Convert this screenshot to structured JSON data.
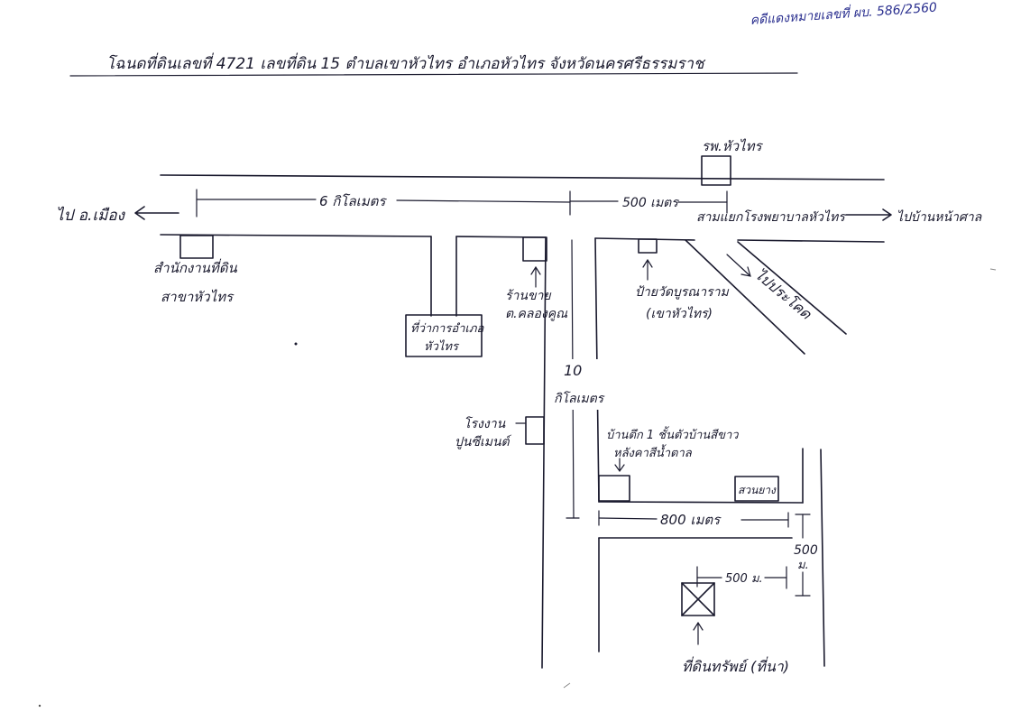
{
  "case_ref": "คดีแดงหมายเลขที่ ผบ. 586/2560",
  "title": "โฉนดที่ดินเลขที่ 4721 เลขที่ดิน 15 ตำบลเขาหัวไทร อำเภอหัวไทร จังหวัดนครศรีธรรมราช",
  "landmarks": {
    "school": "รพ.หัวไทร",
    "to_mueang": "ไป อ.เมือง",
    "dist_6km": "6 กิโลเมตร",
    "dist_500m_top": "500 เมตร",
    "junction": "สามแยกโรงพยาบาลหัวไทร",
    "to_banna": "ไปบ้านหน้าศาล",
    "land_office_1": "สำนักงานที่ดิน",
    "land_office_2": "สาขาหัวไทร",
    "district_office_1": "ที่ว่าการอำเภอ",
    "district_office_2": "หัวไทร",
    "shop_1": "ร้านขาย",
    "shop_2": "ต.คลองคูณ",
    "temple_sign_1": "ป้ายวัดบูรณาราม",
    "temple_sign_2": "(เขาหัวไทร)",
    "to_prakhot": "ไปประโคด",
    "dist_10": "10",
    "dist_km": "กิโลเมตร",
    "cement_1": "โรงงาน",
    "cement_2": "ปูนซีเมนต์",
    "house_1": "บ้านตึก 1 ชั้นตัวบ้านสีขาว",
    "house_2": "หลังคาสีน้ำตาล",
    "rubber": "สวนยาง",
    "dist_800m": "800 เมตร",
    "dist_500_side": "500",
    "dist_m_side": "ม.",
    "dist_500m_inner": "500 ม.",
    "property": "ที่ดินทรัพย์ (ที่นา)"
  }
}
